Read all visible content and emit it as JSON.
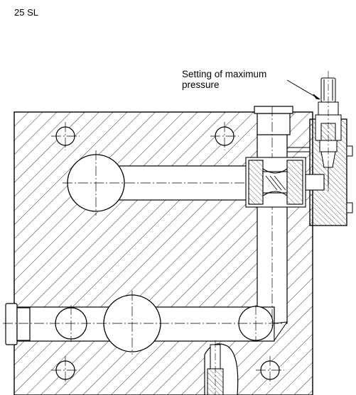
{
  "header": {
    "title": "25 SL"
  },
  "annotation": {
    "line1": "Setting of maximum",
    "line2": "pressure"
  },
  "colors": {
    "ink": "#000000",
    "background": "#ffffff"
  }
}
